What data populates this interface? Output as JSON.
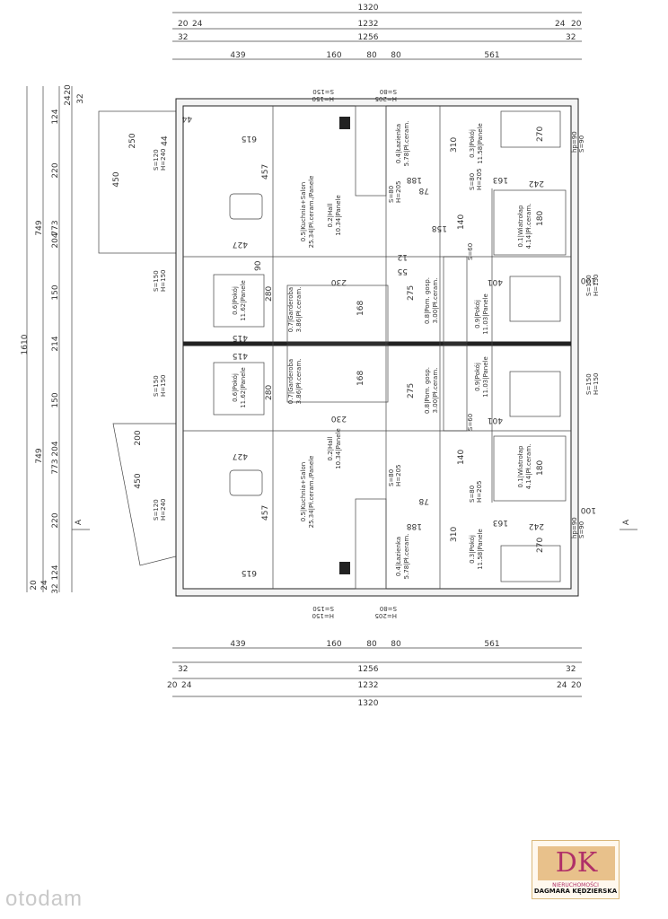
{
  "top_dimensions": {
    "total": "1320",
    "outer": [
      "20",
      "24",
      "1232",
      "24",
      "20"
    ],
    "inner_total": "1256",
    "sides": [
      "32",
      "32"
    ],
    "segments": [
      "439",
      "160",
      "80",
      "80",
      "561"
    ]
  },
  "bottom_dimensions": {
    "total": "1320",
    "outer": [
      "20",
      "24",
      "1232",
      "24",
      "20"
    ],
    "inner_total": "1256",
    "sides": [
      "32",
      "32"
    ],
    "segments": [
      "439",
      "160",
      "80",
      "80",
      "561"
    ]
  },
  "left_dimensions": {
    "total": "1610",
    "halves": [
      "749",
      "749"
    ],
    "middle": "214",
    "upper": [
      "124",
      "220",
      "773",
      "204",
      "150"
    ],
    "lower": [
      "150",
      "204",
      "773",
      "220",
      "124"
    ],
    "edges": [
      "20",
      "24",
      "32",
      "20",
      "24",
      "32"
    ]
  },
  "terrace": {
    "top": [
      "250",
      "44",
      "450"
    ],
    "bottom": [
      "200",
      "450"
    ]
  },
  "rooms": [
    {
      "id": "0.5",
      "name": "0.5|Kuchnia+Salon",
      "area": "25.34|Pł.ceram./Panele"
    },
    {
      "id": "0.2",
      "name": "0.2|Hall",
      "area": "10.34|Panele"
    },
    {
      "id": "0.4",
      "name": "0.4|Łazienka",
      "area": "5.78|Pł.ceram."
    },
    {
      "id": "0.3",
      "name": "0.3|Pokój",
      "area": "11.58|Panele"
    },
    {
      "id": "0.1",
      "name": "0.1|Wiatrołap",
      "area": "4.14|Pł.ceram."
    },
    {
      "id": "0.6",
      "name": "0.6|Pokój",
      "area": "11.62|Panele"
    },
    {
      "id": "0.7",
      "name": "0.7|Garderoba",
      "area": "3.86|Pł.ceram."
    },
    {
      "id": "0.8",
      "name": "0.8|Pom. gosp.",
      "area": "3.00|Pł.ceram."
    },
    {
      "id": "0.9",
      "name": "0.9|Pokój",
      "area": "11.03|Panele"
    }
  ],
  "inner_dims": [
    "457",
    "615",
    "188",
    "310",
    "163",
    "242",
    "270",
    "280",
    "415",
    "168",
    "230",
    "275",
    "401",
    "158",
    "140",
    "90",
    "78",
    "427",
    "180",
    "44",
    "100",
    "12",
    "55"
  ],
  "openings": [
    "S=80",
    "H=205",
    "S=150",
    "H=150",
    "S=90",
    "S=60",
    "hp=90",
    "S=120",
    "H=240"
  ],
  "section_marks": [
    "A",
    "A"
  ],
  "logo": {
    "mark": "DK",
    "sub": "NIERUCHOMOŚCI",
    "name": "DAGMARA KĘDZIERSKA"
  },
  "watermark": "otodam"
}
